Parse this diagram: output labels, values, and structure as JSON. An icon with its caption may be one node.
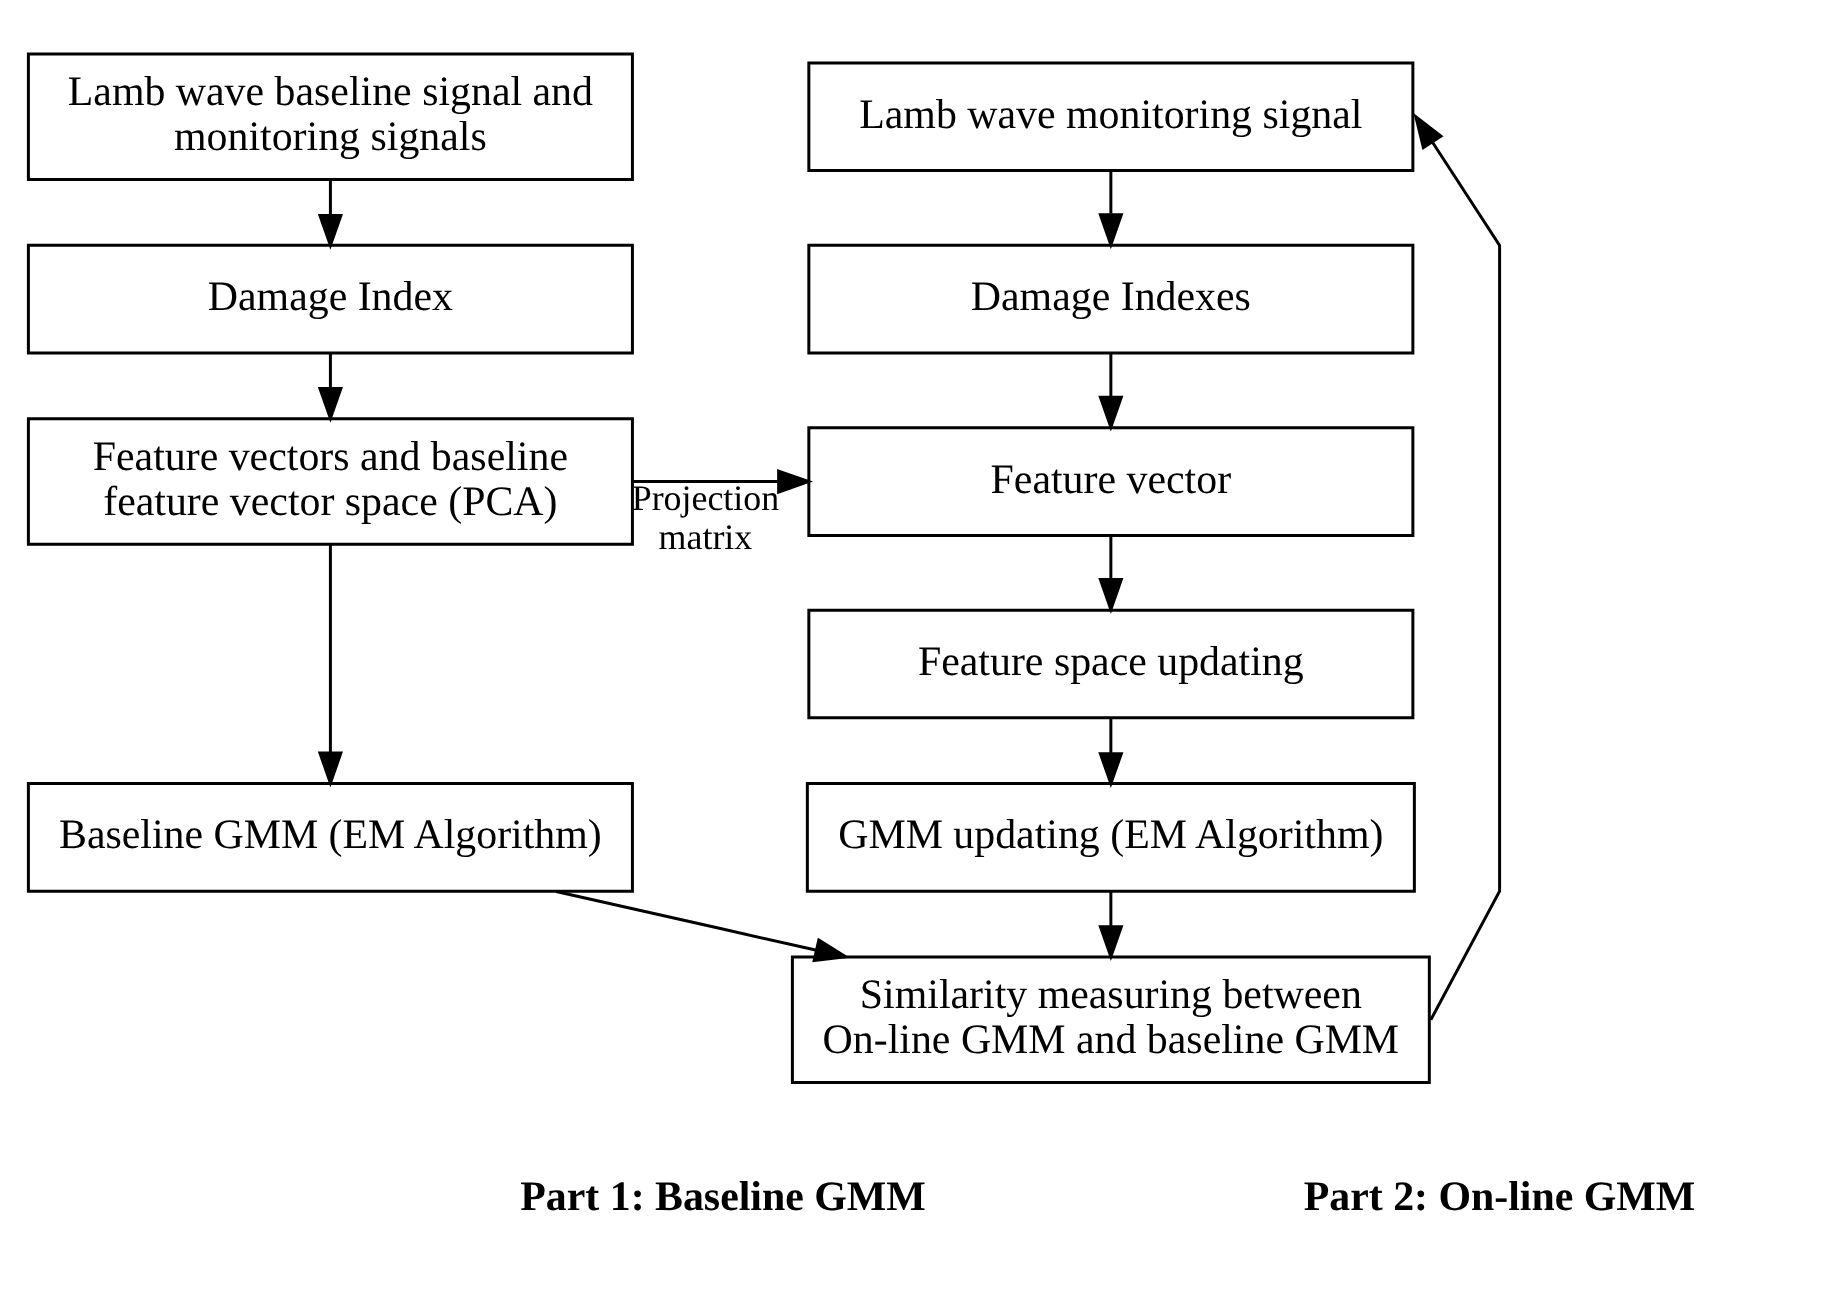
{
  "diagram": {
    "nodes": [
      {
        "text": [
          "Lamb wave baseline signal and monitoring signals"
        ]
      },
      {
        "text": [
          "Damage Index"
        ]
      },
      {
        "text": [
          "Feature vectors and baseline feature vector space (PCA)"
        ]
      },
      {
        "text": [
          "Baseline GMM (EM Algorithm)"
        ]
      },
      {
        "text": [
          "Lamb wave monitoring signal"
        ]
      },
      {
        "text": [
          "Damage Indexes"
        ]
      },
      {
        "text": [
          "Feature vector"
        ]
      },
      {
        "text": [
          "Feature space updating"
        ]
      },
      {
        "text": [
          "GMM updating (EM Algorithm)"
        ]
      },
      {
        "text": [
          "Similarity measuring between On-line GMM and baseline GMM"
        ]
      }
    ],
    "edges": [
      {
        "from": 0,
        "to": 1,
        "arrow": "to"
      },
      {
        "from": 1,
        "to": 2,
        "arrow": "to"
      },
      {
        "from": 2,
        "to": 3,
        "arrow": "to"
      },
      {
        "from": 2,
        "to": 6,
        "arrow": "to",
        "label": "Projection matrix"
      },
      {
        "from": 3,
        "to": 9,
        "arrow": "to"
      },
      {
        "from": 4,
        "to": 5,
        "arrow": "to"
      },
      {
        "from": 5,
        "to": 6,
        "arrow": "to"
      },
      {
        "from": 6,
        "to": 7,
        "arrow": "to"
      },
      {
        "from": 7,
        "to": 8,
        "arrow": "to"
      },
      {
        "from": 8,
        "to": 9,
        "arrow": "to"
      },
      {
        "from": 9,
        "to": 4,
        "arrow": "to"
      }
    ],
    "labels": [
      "Part 1: Baseline GMM",
      "Part 2: On-line GMM"
    ]
  }
}
